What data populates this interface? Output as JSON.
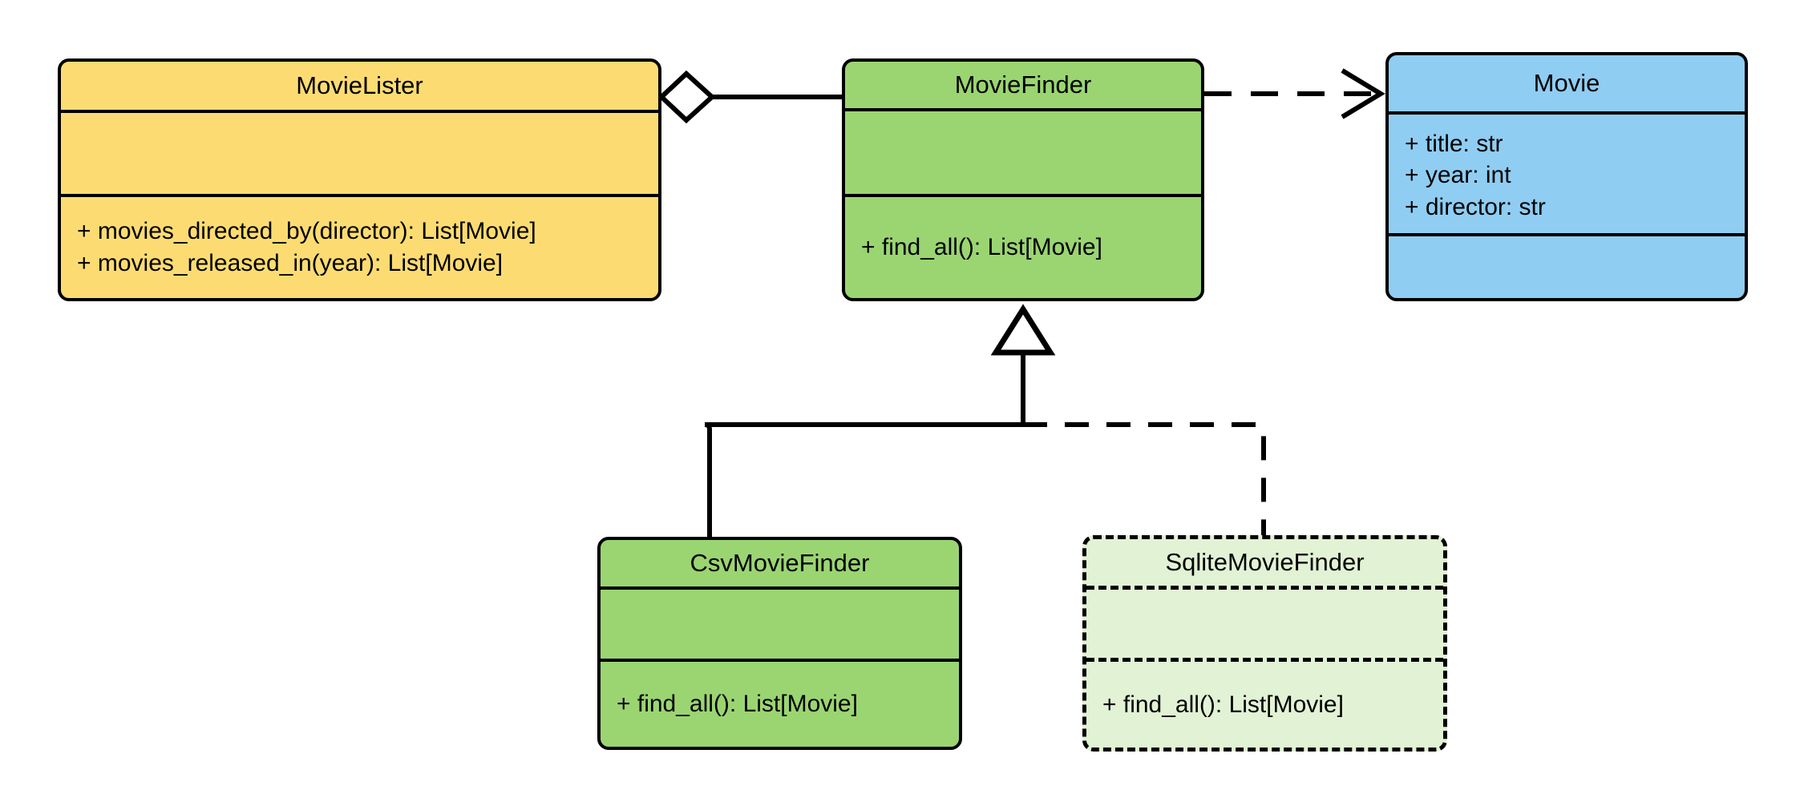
{
  "diagram": {
    "type": "uml-class-diagram",
    "title": "",
    "background": "#ffffff",
    "classes": [
      {
        "id": "movielister",
        "name": "MovieLister",
        "fill": "#FCDC72",
        "border": "solid",
        "attributes": [],
        "methods": [
          "+ movies_directed_by(director): List[Movie]",
          "+ movies_released_in(year): List[Movie]"
        ]
      },
      {
        "id": "moviefinder",
        "name": "MovieFinder",
        "fill": "#9BD572",
        "border": "solid",
        "attributes": [],
        "methods": [
          "+ find_all(): List[Movie]"
        ]
      },
      {
        "id": "movie",
        "name": "Movie",
        "fill": "#90CDF2",
        "border": "solid",
        "attributes": [
          "+ title: str",
          "+ year: int",
          "+ director: str"
        ],
        "methods": []
      },
      {
        "id": "csvmoviefinder",
        "name": "CsvMovieFinder",
        "fill": "#9BD572",
        "border": "solid",
        "attributes": [],
        "methods": [
          "+ find_all(): List[Movie]"
        ]
      },
      {
        "id": "sqlitemoviefinder",
        "name": "SqliteMovieFinder",
        "fill": "#E2F2D4",
        "border": "dashed",
        "attributes": [],
        "methods": [
          "+ find_all(): List[Movie]"
        ]
      }
    ],
    "relationships": [
      {
        "id": "aggregation-movielister-moviefinder",
        "kind": "aggregation",
        "from": "MovieLister",
        "to": "MovieFinder",
        "line": "solid",
        "marker": "hollow-diamond"
      },
      {
        "id": "dependency-moviefinder-movie",
        "kind": "dependency",
        "from": "MovieFinder",
        "to": "Movie",
        "line": "dashed",
        "marker": "open-arrow"
      },
      {
        "id": "generalization-csvmoviefinder-moviefinder",
        "kind": "generalization",
        "from": "CsvMovieFinder",
        "to": "MovieFinder",
        "line": "solid",
        "marker": "hollow-triangle"
      },
      {
        "id": "generalization-sqlitemoviefinder-moviefinder",
        "kind": "generalization",
        "from": "SqliteMovieFinder",
        "to": "MovieFinder",
        "line": "dashed",
        "marker": "hollow-triangle"
      }
    ],
    "stroke_color": "#000000"
  }
}
